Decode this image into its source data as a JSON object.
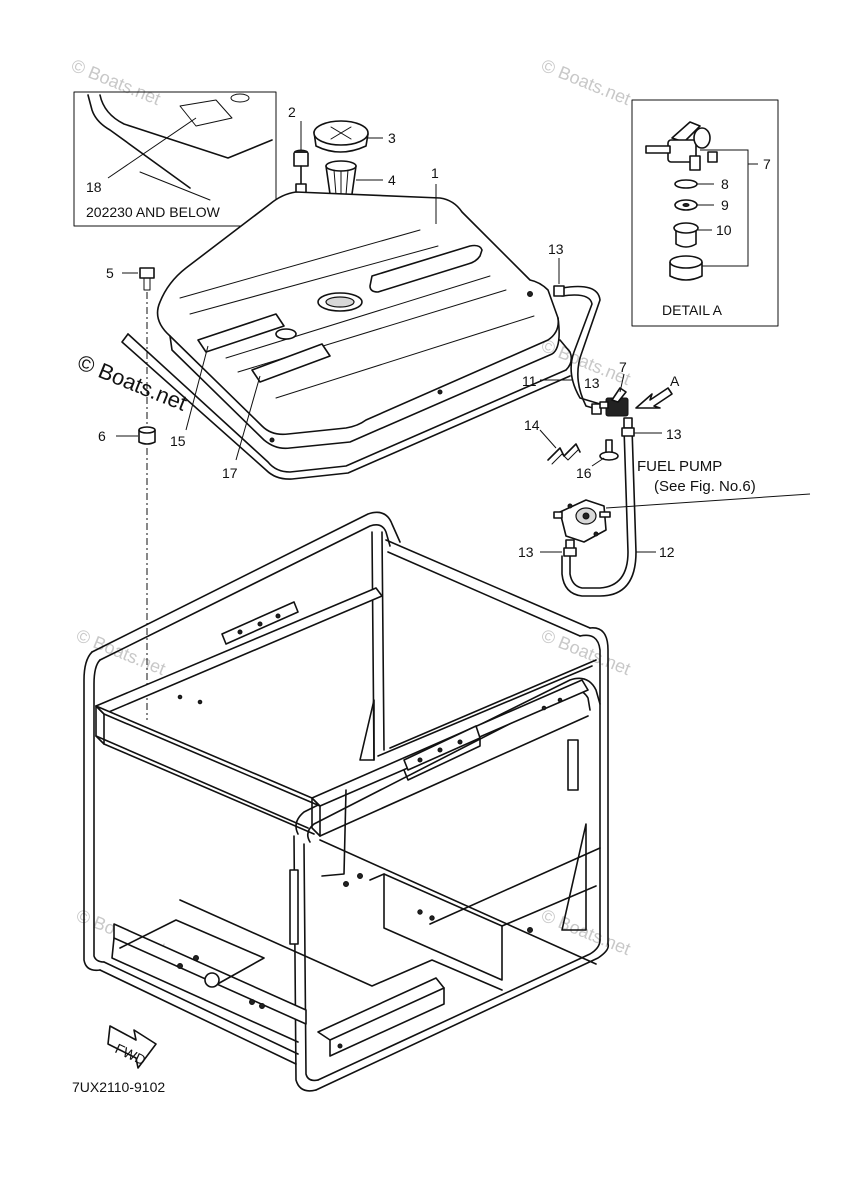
{
  "diagram": {
    "drawing_number": "7UX2110-9102",
    "inset": {
      "note": "202230 AND BELOW",
      "part": "18"
    },
    "detail": {
      "title": "DETAIL A",
      "parts": [
        "7",
        "8",
        "9",
        "10"
      ]
    },
    "callout_a": "A",
    "fuel_pump": {
      "line1": "FUEL PUMP",
      "line2": "(See Fig. No.6)"
    },
    "fwd_badge": "FWD",
    "watermark_main": "© Boats.net",
    "watermark_faint": "© Boats.net",
    "part_labels": {
      "p1": "1",
      "p2": "2",
      "p3": "3",
      "p4": "4",
      "p5": "5",
      "p6": "6",
      "p7": "7",
      "p11": "11",
      "p12": "12",
      "p13a": "13",
      "p13b": "13",
      "p13c": "13",
      "p13d": "13",
      "p14": "14",
      "p15": "15",
      "p16": "16",
      "p17": "17"
    }
  }
}
